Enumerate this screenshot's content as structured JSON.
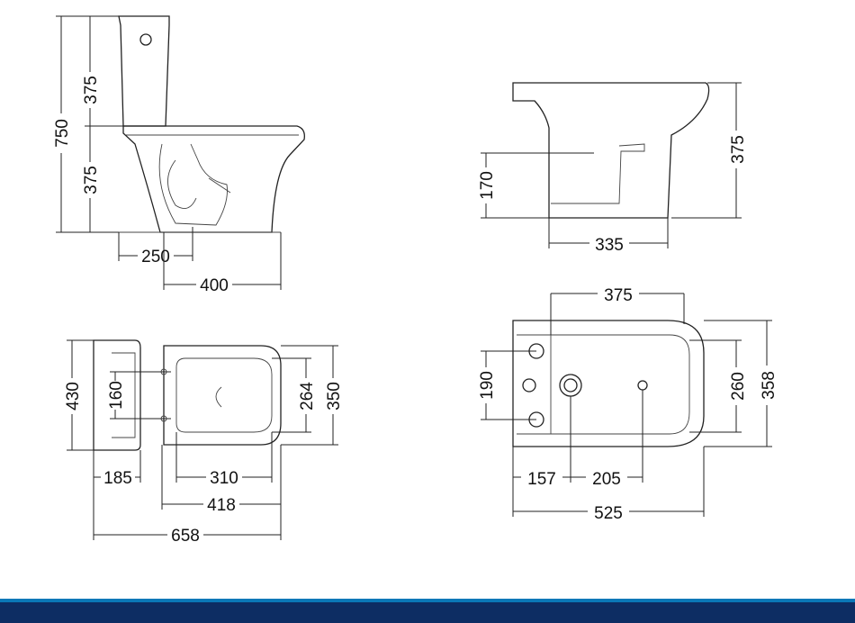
{
  "colors": {
    "line": "#222222",
    "footer_accent": "#0a78b8",
    "footer_base": "#0d2d63"
  },
  "views": {
    "wc_side": {
      "d_total": "750",
      "d_cistern": "375",
      "d_pan": "375",
      "d_outlet": "250",
      "d_depth": "400"
    },
    "wc_plan": {
      "d_cistern_width": "430",
      "d_fixing": "160",
      "d_seat_inner": "264",
      "d_seat_outer": "350",
      "d_cistern_depth": "185",
      "d_seat_length": "310",
      "d_pan_length": "418",
      "d_overall": "658"
    },
    "bidet_side": {
      "d_height": "375",
      "d_inlet": "170",
      "d_base": "335"
    },
    "bidet_plan": {
      "d_top": "375",
      "d_taps": "190",
      "d_bowl_inner": "260",
      "d_width": "358",
      "d_tap_offset": "157",
      "d_waste_offset": "205",
      "d_length": "525"
    }
  }
}
